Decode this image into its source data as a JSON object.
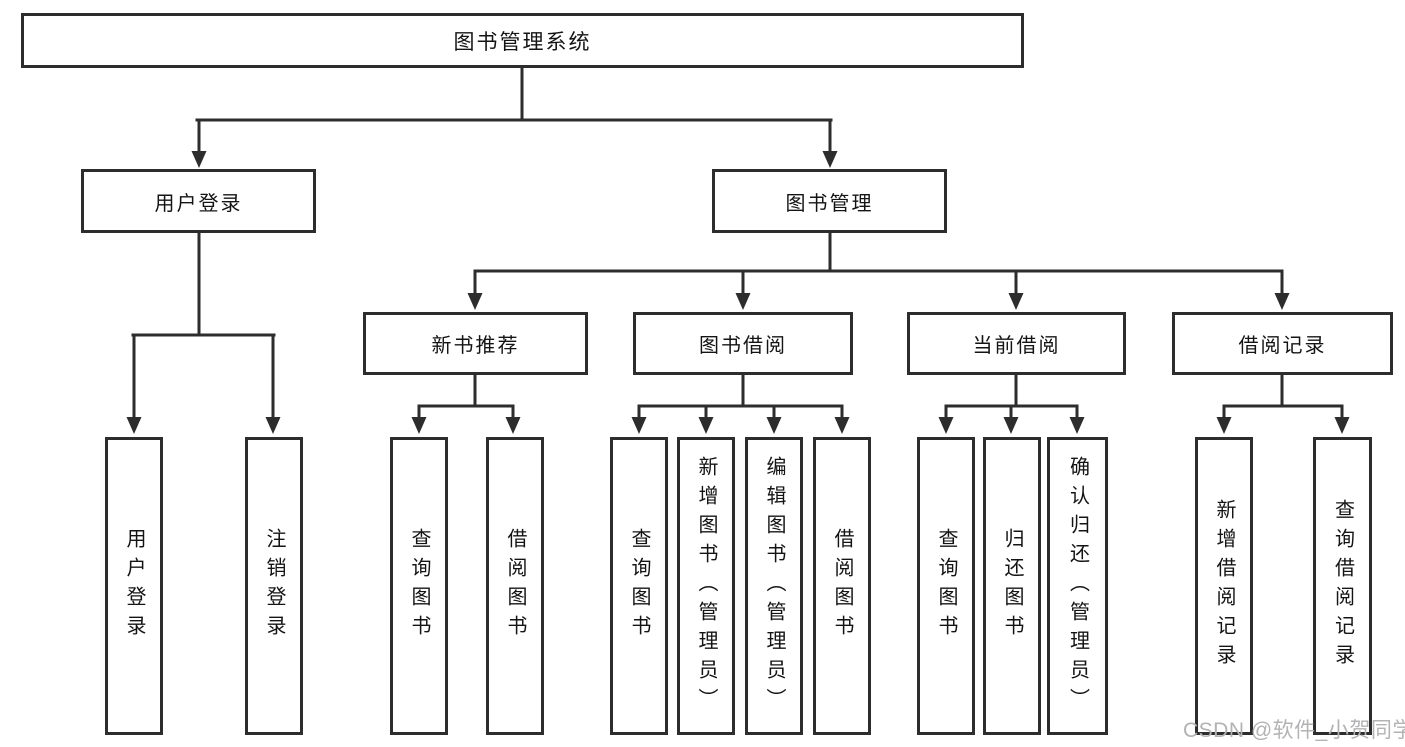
{
  "diagram": {
    "root": {
      "label": "图书管理系统"
    },
    "level2": [
      {
        "label": "用户登录"
      },
      {
        "label": "图书管理"
      }
    ],
    "level3": [
      {
        "label": "新书推荐"
      },
      {
        "label": "图书借阅"
      },
      {
        "label": "当前借阅"
      },
      {
        "label": "借阅记录"
      }
    ],
    "leaves": [
      {
        "label": "用户登录"
      },
      {
        "label": "注销登录"
      },
      {
        "label": "查询图书"
      },
      {
        "label": "借阅图书"
      },
      {
        "label": "查询图书"
      },
      {
        "label": "新增图书（管理员）"
      },
      {
        "label": "编辑图书（管理员）"
      },
      {
        "label": "借阅图书"
      },
      {
        "label": "查询图书"
      },
      {
        "label": "归还图书"
      },
      {
        "label": "确认归还（管理员）"
      },
      {
        "label": "新增借阅记录"
      },
      {
        "label": "查询借阅记录"
      }
    ],
    "watermark": "CSDN @软件_小贺同学"
  },
  "colors": {
    "line": "#2d2d2d",
    "text": "#141414",
    "watermark": "#b3b3b5",
    "background": "#ffffff"
  }
}
